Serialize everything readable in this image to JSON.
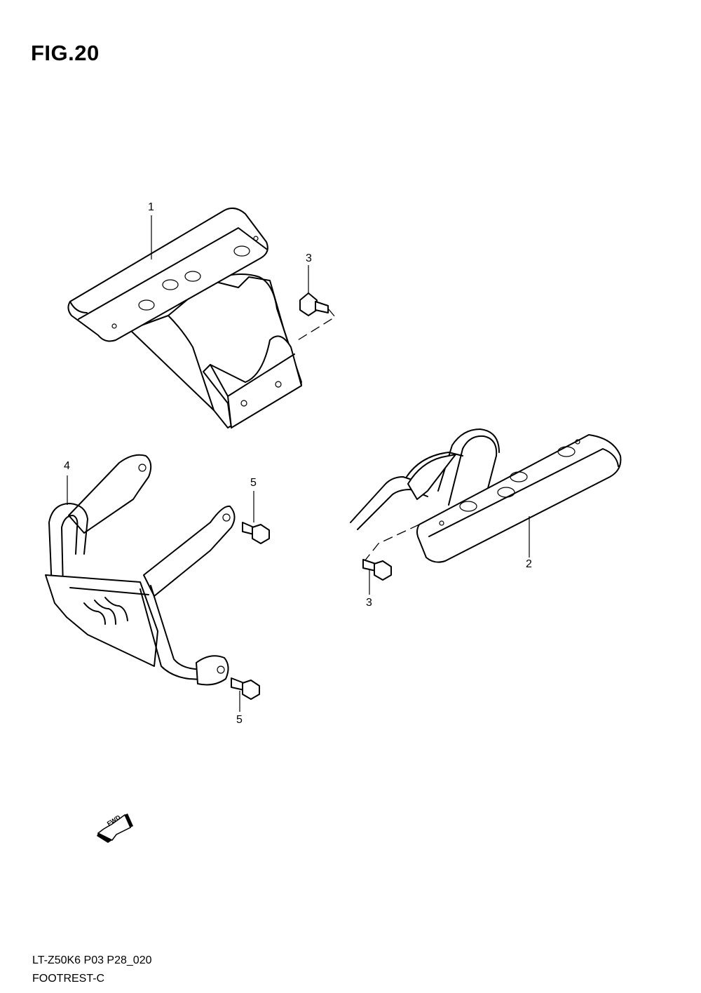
{
  "figure": {
    "title": "FIG.20"
  },
  "callouts": [
    {
      "id": "c1",
      "label": "1"
    },
    {
      "id": "c3a",
      "label": "3"
    },
    {
      "id": "c4",
      "label": "4"
    },
    {
      "id": "c5a",
      "label": "5"
    },
    {
      "id": "c2",
      "label": "2"
    },
    {
      "id": "c3b",
      "label": "3"
    },
    {
      "id": "c5b",
      "label": "5"
    }
  ],
  "fwd_badge": {
    "text": "FWD",
    "icon": "fwd-arrow-icon"
  },
  "footer": {
    "model_code": "LT-Z50K6 P03 P28_020",
    "section_name": "FOOTREST-C"
  }
}
